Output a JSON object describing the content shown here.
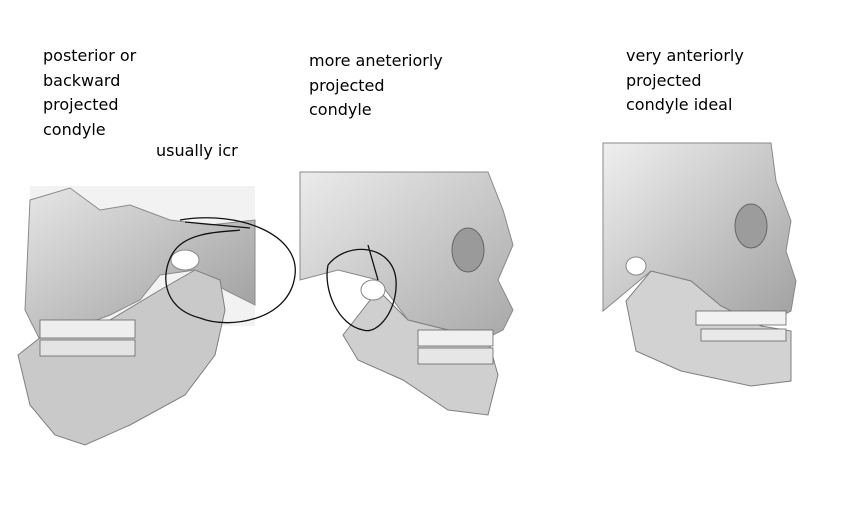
{
  "captions": {
    "left": "posterior or\nbackward\nprojected\ncondyle",
    "left_note": "usually icr",
    "middle": "more aneteriorly\nprojected\ncondyle",
    "right": "very anteriorly\nprojected\ncondyle ideal"
  },
  "colors": {
    "background": "#ffffff",
    "bone_light": "#d9d9d9",
    "bone_mid": "#b8b8b8",
    "bone_dark": "#7a7a7a",
    "ink": "#111111"
  }
}
